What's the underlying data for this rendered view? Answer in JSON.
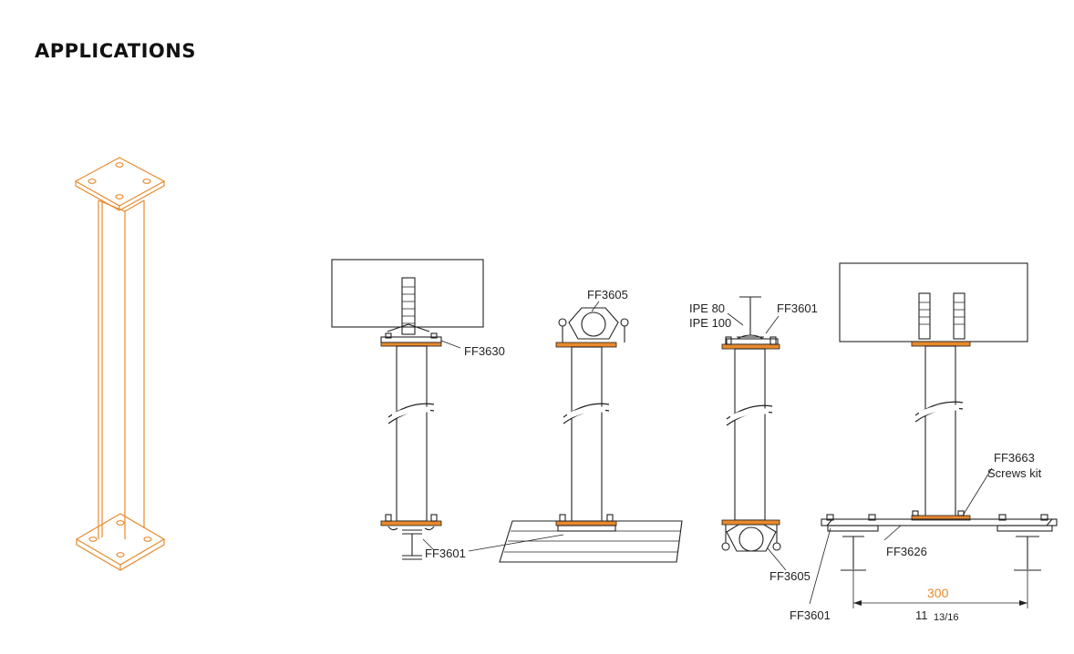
{
  "page": {
    "title": "APPLICATIONS"
  },
  "colors": {
    "accent": "#e8892c",
    "post_fill": "#fcd8b6",
    "ink": "#222222",
    "dim_text": "#e8892c"
  },
  "labels": {
    "ff3630": "FF3630",
    "ff3605_top": "FF3605",
    "ipe80": "IPE 80",
    "ipe100": "IPE 100",
    "ff3601_top": "FF3601",
    "ff3663": "FF3663",
    "screws_kit": "Screws kit",
    "ff3601_a": "FF3601",
    "ff3605_bottom": "FF3605",
    "ff3626": "FF3626",
    "ff3601_b": "FF3601",
    "dim_mm": "300",
    "dim_in_whole": "11",
    "dim_in_frac": "13/16"
  }
}
